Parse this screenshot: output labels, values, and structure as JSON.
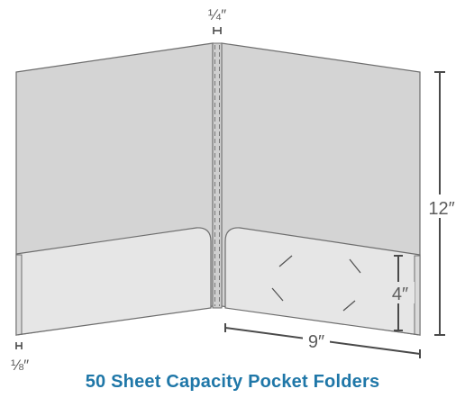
{
  "caption": "50 Sheet Capacity Pocket Folders",
  "dimensions": {
    "spine": "¼″",
    "height": "12″",
    "width": "9″",
    "pocket": "4″",
    "edge": "⅛″"
  },
  "colors": {
    "folder_back": "#d4d4d4",
    "pocket": "#e6e6e6",
    "outline": "#6e6e6e",
    "dimension": "#4a4a4a",
    "caption": "#1f77a8"
  }
}
